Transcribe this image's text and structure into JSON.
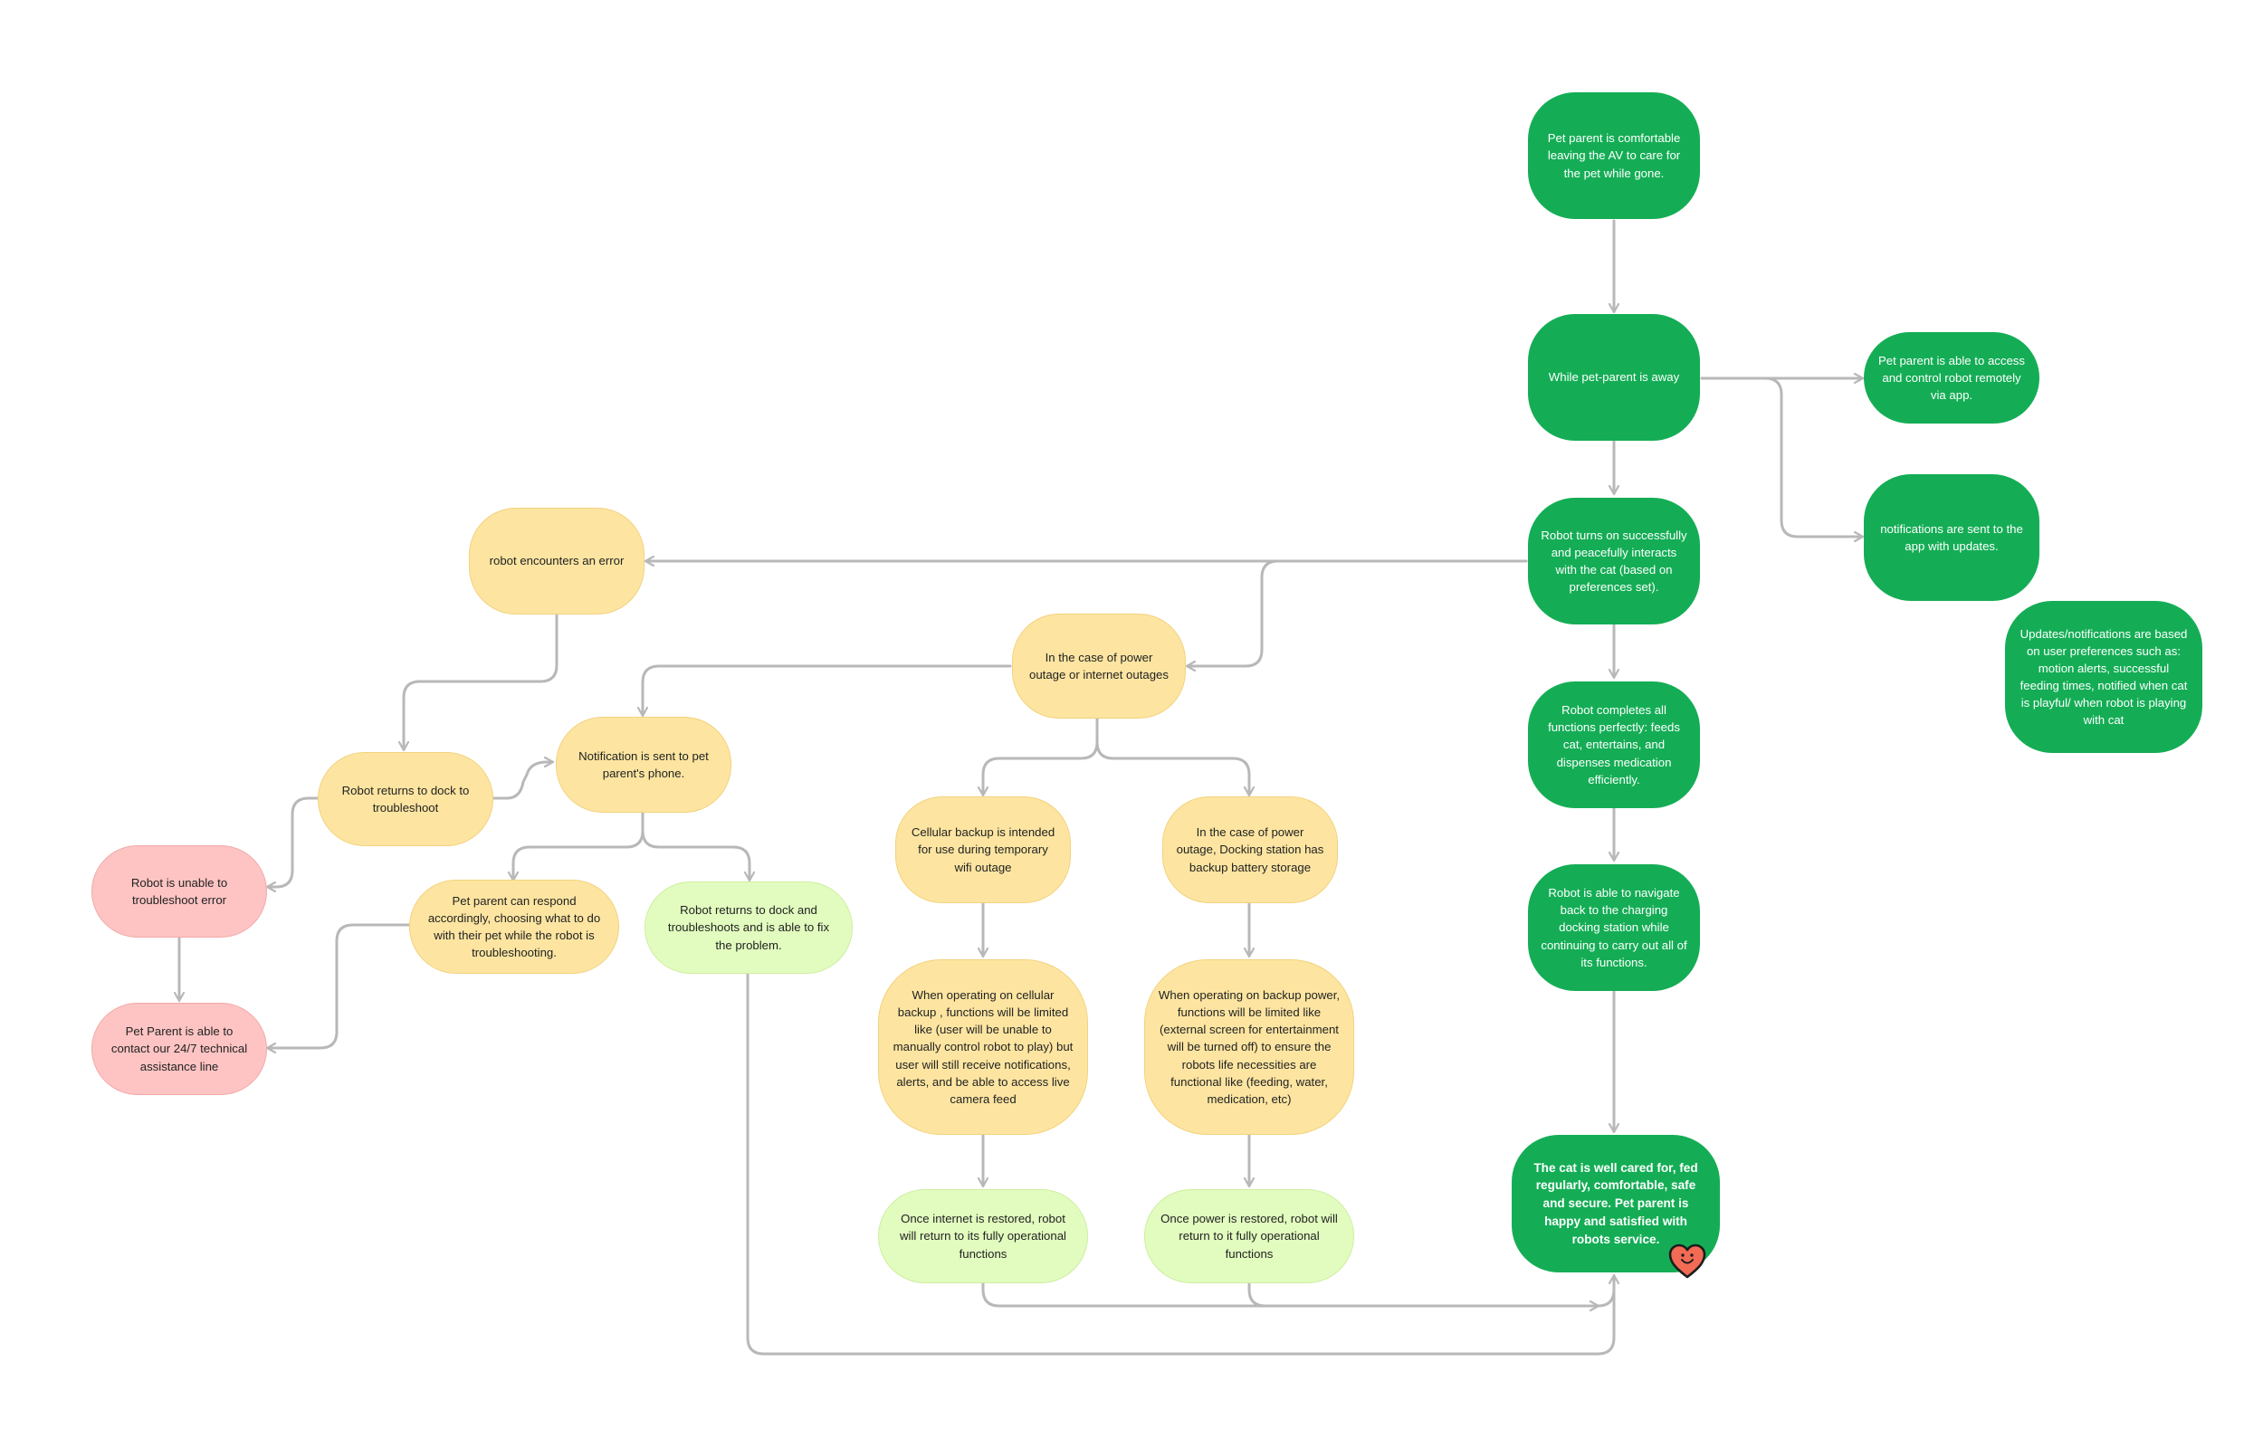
{
  "colors": {
    "green": "#14ad55",
    "yellow": "#fde5a1",
    "lime": "#e2fcbf",
    "pink": "#fdc4c3",
    "connector": "#b8b8b8",
    "heart": "#f26b55"
  },
  "nodes": {
    "comfortable": "Pet parent is comfortable leaving the AV to care for the pet while gone.",
    "away": "While pet-parent is away",
    "remote_access": "Pet parent is able to access and control robot remotely via app.",
    "notifications_sent": "notifications are sent to the app with updates.",
    "preferences": "Updates/notifications are based on user preferences such as: motion alerts, successful feeding times, notified when cat is playful/ when robot is playing with cat",
    "robot_turns_on": "Robot turns on successfully and peacefully interacts with the cat (based on preferences set).",
    "completes_functions": "Robot completes all functions perfectly: feeds cat, entertains, and dispenses medication efficiently.",
    "navigate_back": "Robot is able to navigate back to the charging docking station while continuing to carry out all of its functions.",
    "cat_cared": "The cat is well cared for, fed regularly, comfortable, safe and secure. Pet parent is happy and satisfied with robots service.",
    "power_outage_case": "In the case of power outage or internet outages",
    "cellular_backup": "Cellular backup is intended for use during temporary wifi outage",
    "docking_backup": "In the case of power outage, Docking station has backup battery storage",
    "cellular_limited": "When operating on cellular backup , functions will be limited like (user will be unable to manually control robot to play) but user will still receive notifications, alerts, and be able to access live camera feed",
    "backup_power_limited": "When operating on backup power, functions will be limited like (external screen for entertainment will be turned off) to ensure the robots life necessities are functional like (feeding, water, medication, etc)",
    "internet_restored": "Once internet is restored, robot will return to its fully operational functions",
    "power_restored": "Once power is restored, robot will return to it fully operational functions",
    "robot_error": "robot encounters an error",
    "returns_to_dock": "Robot returns to dock to troubleshoot",
    "notification_phone": "Notification is sent to pet parent's phone.",
    "parent_respond": "Pet parent can respond accordingly, choosing what to do with their pet while the robot is troubleshooting.",
    "fix_problem": "Robot returns to dock and troubleshoots and is able to fix the problem.",
    "unable_troubleshoot": "Robot is unable to troubleshoot error",
    "contact_support": "Pet Parent is able to contact our 24/7 technical assistance line"
  },
  "icons": {
    "heart": "smiling-heart-icon"
  }
}
